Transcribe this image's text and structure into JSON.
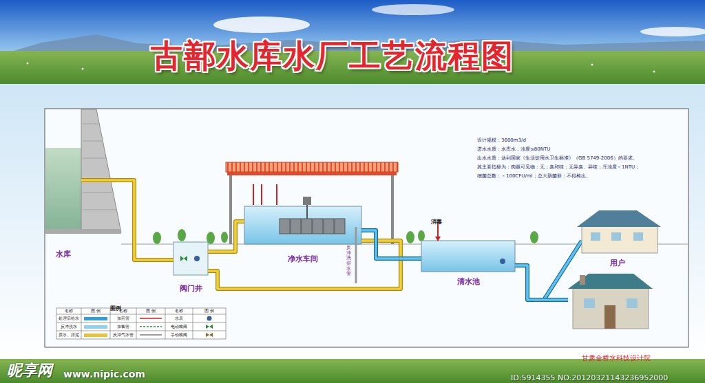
{
  "diagram": {
    "title": "古鄯水库水厂工艺流程图",
    "nodes": [
      {
        "text": [
          "水库"
        ]
      },
      {
        "text": [
          "阀门井"
        ]
      },
      {
        "text": [
          "净水车间"
        ]
      },
      {
        "text": [
          "清水池"
        ]
      },
      {
        "text": [
          "用户"
        ]
      }
    ],
    "edges": [
      {
        "from": 0,
        "to": 1,
        "arrow": "none"
      },
      {
        "from": 1,
        "to": 2,
        "arrow": "none"
      },
      {
        "from": 1,
        "to": 2,
        "arrow": "none"
      },
      {
        "from": 2,
        "to": 3,
        "arrow": "none"
      },
      {
        "from": 3,
        "to": 4,
        "arrow": "none"
      }
    ],
    "labels": [
      "设计规模：3600m3/d",
      "进水水质：水库水，浊度≤80NTU",
      "出水水质：达到国家《生活饮用水卫生标准》（GB 5749-2006）的要求。",
      "其主要指标为：肉眼可见物：无；臭和味：无异臭、异味；浑浊度＜1NTU；",
      "细菌总数：＜100CFU/ml；总大肠菌群：不得检出。",
      "消毒",
      "反冲洗排水管",
      "图例",
      "名称",
      "图 例",
      "名称",
      "图 例",
      "名称",
      "图 例",
      "甘肃金桥水科技设计院",
      "昵享网",
      "www.nipic.com",
      "ID:5914355 NO:20120321143236952000"
    ],
    "legend": [
      {
        "text": "处理后给水",
        "color": "#2f9fd8"
      },
      {
        "text": "反冲洗水",
        "color": "#8fd0ee"
      },
      {
        "text": "原水、排泥",
        "color": "#e8c23a"
      },
      {
        "text": "加药管"
      },
      {
        "text": "加氯管"
      },
      {
        "text": "反冲气水管"
      },
      {
        "text": "水表"
      },
      {
        "text": "电动蝶阀"
      },
      {
        "text": "手动蝶阀"
      }
    ]
  }
}
